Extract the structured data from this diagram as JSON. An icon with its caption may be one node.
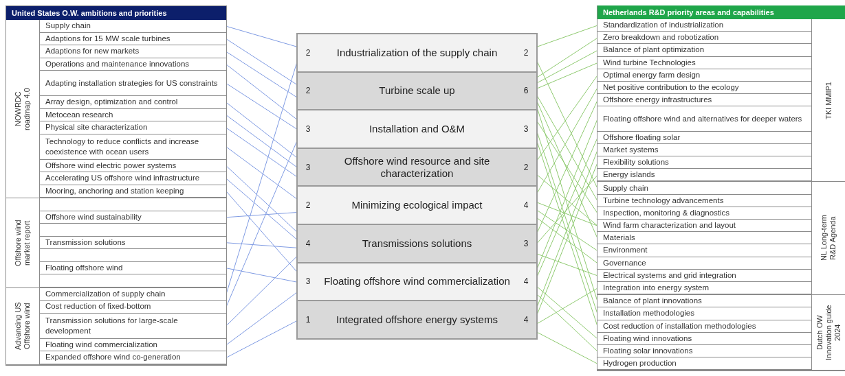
{
  "diagram": {
    "nodes": [
      {
        "text": [
          "United States O.W. ambitions and priorities"
        ]
      },
      {
        "text": [
          "NOWRDC roadmap 4.0"
        ],
        "in": 0
      },
      {
        "text": [
          "Supply chain"
        ],
        "in": 1
      },
      {
        "text": [
          "Adaptions for 15 MW scale turbines"
        ],
        "in": 1
      },
      {
        "text": [
          "Adaptions for new markets"
        ],
        "in": 1
      },
      {
        "text": [
          "Operations and maintenance innovations"
        ],
        "in": 1
      },
      {
        "text": [
          "Adapting installation strategies for US constraints"
        ],
        "in": 1
      },
      {
        "text": [
          "Array design, optimization and control"
        ],
        "in": 1
      },
      {
        "text": [
          "Metocean research"
        ],
        "in": 1
      },
      {
        "text": [
          "Physical site characterization"
        ],
        "in": 1
      },
      {
        "text": [
          "Technology to reduce conflicts and increase coexistence with ocean users"
        ],
        "in": 1
      },
      {
        "text": [
          "Offshore wind electric power systems"
        ],
        "in": 1
      },
      {
        "text": [
          "Accelerating US offshore wind infrastructure"
        ],
        "in": 1
      },
      {
        "text": [
          "Mooring, anchoring and station keeping"
        ],
        "in": 1
      },
      {
        "text": [
          "Offshore wind market report"
        ],
        "in": 0
      },
      {
        "text": [],
        "shape": "box",
        "in": 14
      },
      {
        "text": [
          "Offshore wind sustainability"
        ],
        "in": 14
      },
      {
        "text": [],
        "shape": "box",
        "in": 14
      },
      {
        "text": [
          "Transmission solutions"
        ],
        "in": 14
      },
      {
        "text": [],
        "shape": "box",
        "in": 14
      },
      {
        "text": [
          "Floating offshore wind"
        ],
        "in": 14
      },
      {
        "text": [],
        "shape": "box",
        "in": 14
      },
      {
        "text": [
          "Advancing US Offshore wind"
        ],
        "in": 0
      },
      {
        "text": [
          "Commercialization of supply chain"
        ],
        "in": 22
      },
      {
        "text": [
          "Cost reduction of fixed-bottom"
        ],
        "in": 22
      },
      {
        "text": [
          "Transmission solutions for large-scale development"
        ],
        "in": 22
      },
      {
        "text": [
          "Floating wind commercialization"
        ],
        "in": 22
      },
      {
        "text": [
          "Expanded offshore wind co-generation"
        ],
        "in": 22
      },
      {
        "text": [
          "2",
          "Industrialization of the supply chain",
          "2"
        ]
      },
      {
        "text": [
          "2",
          "Turbine scale up",
          "6"
        ]
      },
      {
        "text": [
          "3",
          "Installation and O&M",
          "3"
        ]
      },
      {
        "text": [
          "3",
          "Offshore wind resource and site characterization",
          "2"
        ]
      },
      {
        "text": [
          "2",
          "Minimizing ecological impact",
          "4"
        ]
      },
      {
        "text": [
          "4",
          "Transmissions solutions",
          "3"
        ]
      },
      {
        "text": [
          "3",
          "Floating offshore wind commercialization",
          "4"
        ]
      },
      {
        "text": [
          "1",
          "Integrated offshore energy systems",
          "4"
        ]
      },
      {
        "text": [
          "Netherlands R&D priority areas and capabilities"
        ]
      },
      {
        "text": [
          "TKI MMIP1"
        ],
        "in": 36
      },
      {
        "text": [
          "Standardization of industrialization"
        ],
        "in": 37
      },
      {
        "text": [
          "Zero breakdown and robotization"
        ],
        "in": 37
      },
      {
        "text": [
          "Balance of plant optimization"
        ],
        "in": 37
      },
      {
        "text": [
          "Wind turbine Technologies"
        ],
        "in": 37
      },
      {
        "text": [
          "Optimal energy farm design"
        ],
        "in": 37
      },
      {
        "text": [
          "Net positive contribution to the ecology"
        ],
        "in": 37
      },
      {
        "text": [
          "Offshore energy infrastructures"
        ],
        "in": 37
      },
      {
        "text": [
          "Floating offshore wind and alternatives for deeper waters"
        ],
        "in": 37
      },
      {
        "text": [
          "Offshore floating solar"
        ],
        "in": 37
      },
      {
        "text": [
          "Market systems"
        ],
        "in": 37
      },
      {
        "text": [
          "Flexibility solutions"
        ],
        "in": 37
      },
      {
        "text": [
          "Energy islands"
        ],
        "in": 37
      },
      {
        "text": [
          "NL Long-term R&D Agenda"
        ],
        "in": 36
      },
      {
        "text": [
          "Supply chain"
        ],
        "in": 50
      },
      {
        "text": [
          "Turbine technology advancements"
        ],
        "in": 50
      },
      {
        "text": [
          "Inspection, monitoring & diagnostics"
        ],
        "in": 50
      },
      {
        "text": [
          "Wind farm characterization and layout"
        ],
        "in": 50
      },
      {
        "text": [
          "Materials"
        ],
        "in": 50
      },
      {
        "text": [
          "Environment"
        ],
        "in": 50
      },
      {
        "text": [
          "Governance"
        ],
        "in": 50
      },
      {
        "text": [
          "Electrical systems and grid integration"
        ],
        "in": 50
      },
      {
        "text": [
          "Integration into energy system"
        ],
        "in": 50
      },
      {
        "text": [
          "Dutch OW Innovation guide 2024"
        ],
        "in": 36
      },
      {
        "text": [
          "Balance of plant innovations"
        ],
        "in": 60
      },
      {
        "text": [
          "Installation methodologies"
        ],
        "in": 60
      },
      {
        "text": [
          "Cost reduction of installation methodologies"
        ],
        "in": 60
      },
      {
        "text": [
          "Floating wind innovations"
        ],
        "in": 60
      },
      {
        "text": [
          "Floating solar innovations"
        ],
        "in": 60
      },
      {
        "text": [
          "Hydrogen production"
        ],
        "in": 60
      }
    ],
    "edges": [
      {
        "from": 2,
        "to": 28,
        "arrow": "none",
        "color": "#7f9be3"
      },
      {
        "from": 23,
        "to": 28,
        "arrow": "none",
        "color": "#7f9be3"
      },
      {
        "from": 3,
        "to": 29,
        "arrow": "none",
        "color": "#7f9be3"
      },
      {
        "from": 4,
        "to": 29,
        "arrow": "none",
        "color": "#7f9be3"
      },
      {
        "from": 5,
        "to": 30,
        "arrow": "none",
        "color": "#7f9be3"
      },
      {
        "from": 6,
        "to": 30,
        "arrow": "none",
        "color": "#7f9be3"
      },
      {
        "from": 24,
        "to": 30,
        "arrow": "none",
        "color": "#7f9be3"
      },
      {
        "from": 7,
        "to": 31,
        "arrow": "none",
        "color": "#7f9be3"
      },
      {
        "from": 8,
        "to": 31,
        "arrow": "none",
        "color": "#7f9be3"
      },
      {
        "from": 9,
        "to": 31,
        "arrow": "none",
        "color": "#7f9be3"
      },
      {
        "from": 10,
        "to": 32,
        "arrow": "none",
        "color": "#7f9be3"
      },
      {
        "from": 16,
        "to": 32,
        "arrow": "none",
        "color": "#7f9be3"
      },
      {
        "from": 11,
        "to": 33,
        "arrow": "none",
        "color": "#7f9be3"
      },
      {
        "from": 12,
        "to": 33,
        "arrow": "none",
        "color": "#7f9be3"
      },
      {
        "from": 18,
        "to": 33,
        "arrow": "none",
        "color": "#7f9be3"
      },
      {
        "from": 25,
        "to": 33,
        "arrow": "none",
        "color": "#7f9be3"
      },
      {
        "from": 13,
        "to": 34,
        "arrow": "none",
        "color": "#7f9be3"
      },
      {
        "from": 20,
        "to": 34,
        "arrow": "none",
        "color": "#7f9be3"
      },
      {
        "from": 26,
        "to": 34,
        "arrow": "none",
        "color": "#7f9be3"
      },
      {
        "from": 27,
        "to": 35,
        "arrow": "none",
        "color": "#7f9be3"
      },
      {
        "from": 28,
        "to": 38,
        "arrow": "none"
      },
      {
        "from": 28,
        "to": 51,
        "arrow": "none"
      },
      {
        "from": 29,
        "to": 39,
        "arrow": "none"
      },
      {
        "from": 29,
        "to": 40,
        "arrow": "none"
      },
      {
        "from": 29,
        "to": 41,
        "arrow": "none"
      },
      {
        "from": 29,
        "to": 52,
        "arrow": "none"
      },
      {
        "from": 29,
        "to": 55,
        "arrow": "none"
      },
      {
        "from": 29,
        "to": 61,
        "arrow": "none"
      },
      {
        "from": 30,
        "to": 53,
        "arrow": "none"
      },
      {
        "from": 30,
        "to": 62,
        "arrow": "none"
      },
      {
        "from": 30,
        "to": 63,
        "arrow": "none"
      },
      {
        "from": 31,
        "to": 42,
        "arrow": "none"
      },
      {
        "from": 31,
        "to": 54,
        "arrow": "none"
      },
      {
        "from": 32,
        "to": 43,
        "arrow": "none"
      },
      {
        "from": 32,
        "to": 54,
        "arrow": "none"
      },
      {
        "from": 32,
        "to": 56,
        "arrow": "none"
      },
      {
        "from": 32,
        "to": 57,
        "arrow": "none"
      },
      {
        "from": 33,
        "to": 44,
        "arrow": "none"
      },
      {
        "from": 33,
        "to": 49,
        "arrow": "none"
      },
      {
        "from": 33,
        "to": 58,
        "arrow": "none"
      },
      {
        "from": 34,
        "to": 45,
        "arrow": "none"
      },
      {
        "from": 34,
        "to": 46,
        "arrow": "none"
      },
      {
        "from": 34,
        "to": 64,
        "arrow": "none"
      },
      {
        "from": 34,
        "to": 65,
        "arrow": "none"
      },
      {
        "from": 35,
        "to": 47,
        "arrow": "none"
      },
      {
        "from": 35,
        "to": 48,
        "arrow": "none"
      },
      {
        "from": 35,
        "to": 59,
        "arrow": "none"
      },
      {
        "from": 35,
        "to": 66,
        "arrow": "none"
      }
    ]
  }
}
